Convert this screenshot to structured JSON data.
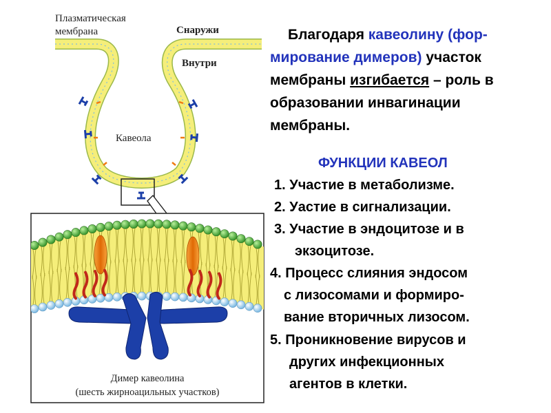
{
  "diagram": {
    "label_membrane": [
      "Плазматическая",
      "мембрана"
    ],
    "label_outside": "Снаружи",
    "label_inside": "Внутри",
    "label_caveola": "Кавеола",
    "label_dimer": [
      "Димер кавеолина",
      "(шесть жирноацильных участков)"
    ]
  },
  "intro": {
    "part1": "Благодаря ",
    "caveolin": "кавеолину",
    "part2": " ",
    "dimers": "(фор-мирование димеров)",
    "part3": " участок мембраны ",
    "bends": "изгибается",
    "part4": " – роль в образовании инвагинации мембраны."
  },
  "functions": {
    "title": "ФУНКЦИИ КАВЕОЛ",
    "items": [
      {
        "num": "1.",
        "lines": [
          "Участие в метаболизме."
        ]
      },
      {
        "num": "2.",
        "lines": [
          "Уастие в сигнализации."
        ]
      },
      {
        "num": "3.",
        "lines": [
          "Участие в эндоцитозе и в",
          "экзоцитозе."
        ]
      },
      {
        "num": "4.",
        "lines": [
          "Процесс слияния эндосом",
          "с лизосомами и формиро-",
          "вание вторичных лизосом."
        ]
      },
      {
        "num": "5.",
        "lines": [
          "Проникновение вирусов и",
          "других инфекционных",
          "агентов в клетки."
        ]
      }
    ]
  },
  "colors": {
    "membrane_yellow": "#f5ee7a",
    "head_green": "#4caf3a",
    "head_blue": "#a9d4f0",
    "caveolin_blue": "#1c3fa8",
    "anchor_red": "#c0281a",
    "protein_orange": "#f07a10",
    "accent_text": "#2233bb"
  }
}
